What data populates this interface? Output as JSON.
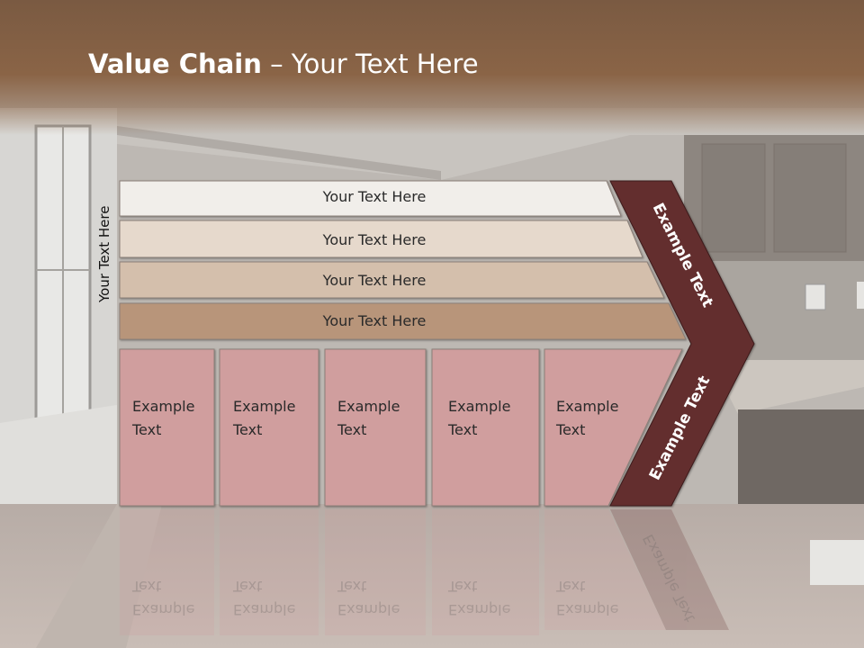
{
  "title": {
    "bold": "Value Chain",
    "rest": " – Your Text Here"
  },
  "side_label": "Your Text Here",
  "bars": [
    {
      "label": "Your Text Here",
      "color": "#f1eeea"
    },
    {
      "label": "Your Text Here",
      "color": "#e6d9cc"
    },
    {
      "label": "Your Text Here",
      "color": "#d4bfac"
    },
    {
      "label": "Your Text Here",
      "color": "#b8957a"
    }
  ],
  "boxes": [
    {
      "line1": "Example",
      "line2": "Text"
    },
    {
      "line1": "Example",
      "line2": "Text"
    },
    {
      "line1": "Example",
      "line2": "Text"
    },
    {
      "line1": "Example",
      "line2": "Text"
    },
    {
      "line1": "Example",
      "line2": "Text"
    }
  ],
  "chevron": {
    "upper": "Example Text",
    "lower": "Example Text",
    "color": "#642e2e"
  },
  "colors": {
    "box": "#d09e9e",
    "header": "#7f5c42"
  }
}
